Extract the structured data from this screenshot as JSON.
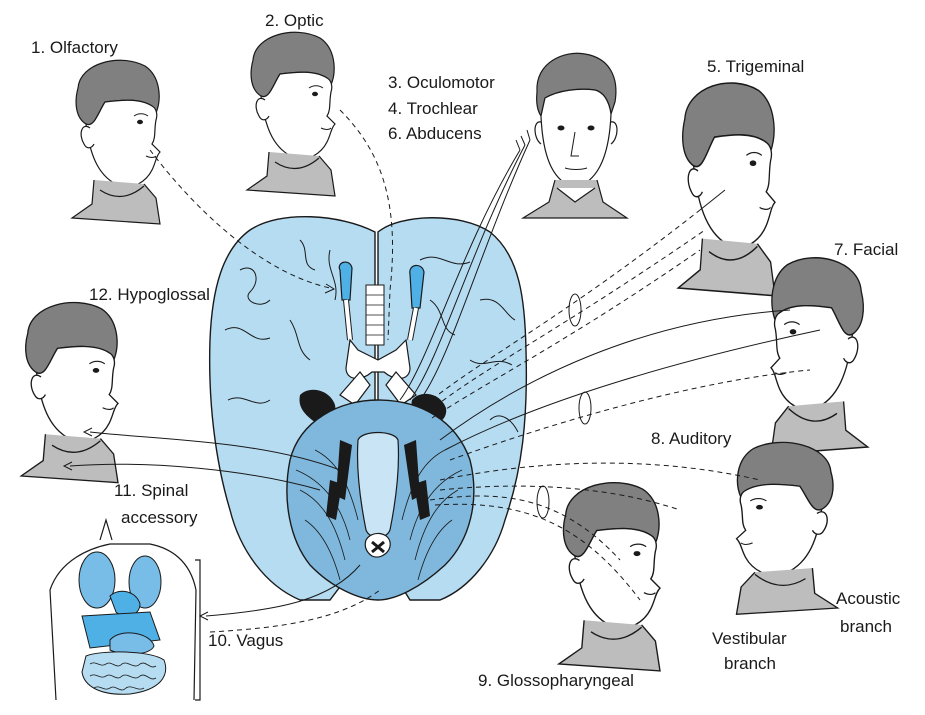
{
  "colors": {
    "brain_fill": "#b6dcf2",
    "brain_dark": "#7fb8dc",
    "brainstem": "#c9e4f5",
    "tract_blue": "#4fb0e6",
    "skin": "#ffffff",
    "hair": "#808080",
    "shirt": "#bdbdbd",
    "line": "#1a1a1a",
    "organ_blue": "#78bde8"
  },
  "labels": {
    "olfactory": "1. Olfactory",
    "optic": "2. Optic",
    "oculomotor": "3. Oculomotor",
    "trochlear": "4. Trochlear",
    "abducens": "6. Abducens",
    "trigeminal": "5. Trigeminal",
    "facial": "7. Facial",
    "hypoglossal": "12. Hypoglossal",
    "auditory": "8. Auditory",
    "spinal_1": "11. Spinal",
    "spinal_2": "accessory",
    "acoustic_1": "Acoustic",
    "acoustic_2": "branch",
    "vestibular_1": "Vestibular",
    "vestibular_2": "branch",
    "vagus": "10. Vagus",
    "glossopharyngeal": "9. Glossopharyngeal"
  }
}
